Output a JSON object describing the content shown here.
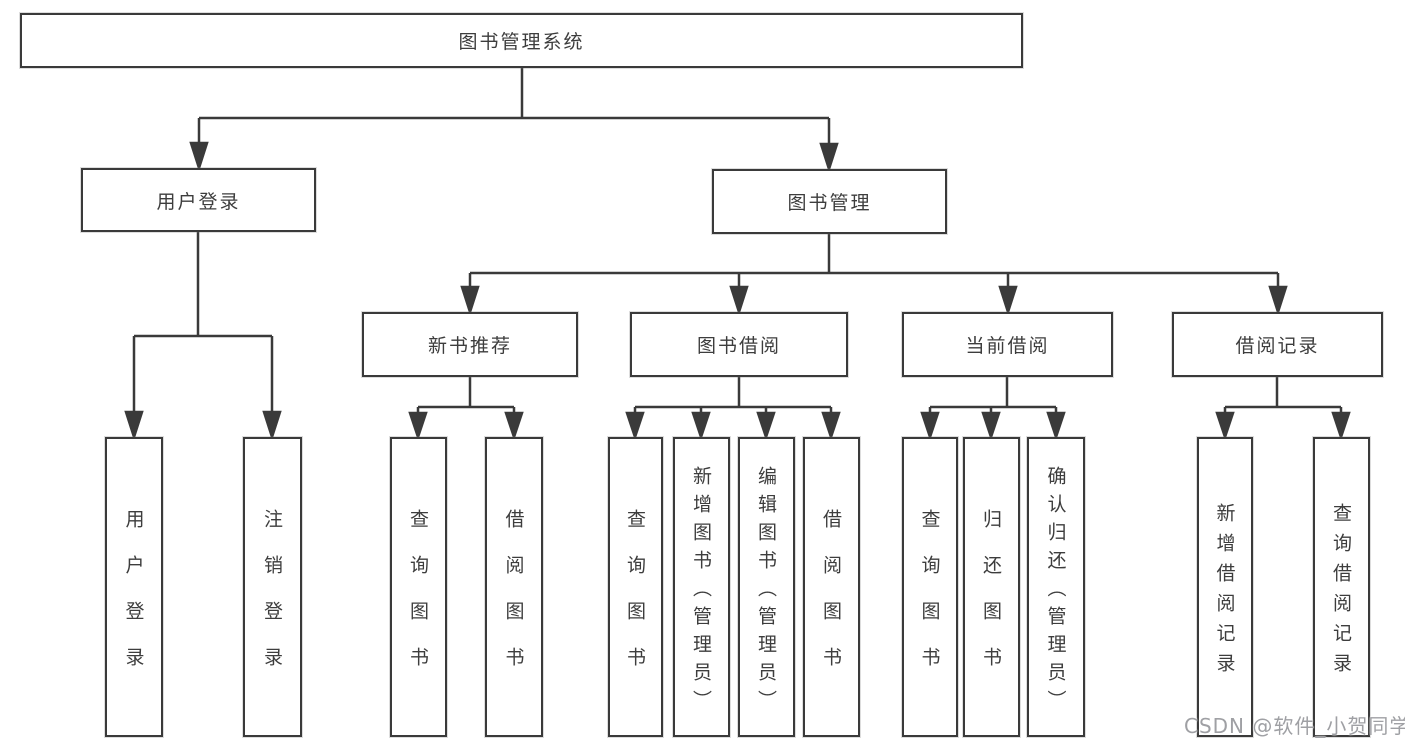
{
  "diagram": {
    "title": "图书管理系统",
    "watermark": "CSDN @软件_小贺同学",
    "colors": {
      "line": "#3a3a3a",
      "box_border": "#3a3a3a",
      "box_background": "#ffffff",
      "text": "#3d3d3d",
      "watermark": "#9fa0a4",
      "page_background": "#ffffff"
    },
    "nodes": {
      "root": "图书管理系统",
      "user_login": "用户登录",
      "book_management": "图书管理",
      "new_book_recommend": "新书推荐",
      "book_borrow": "图书借阅",
      "current_borrow": "当前借阅",
      "borrow_record": "借阅记录",
      "leaf_user_login": "用户登录",
      "leaf_logout": "注销登录",
      "leaf_query_book_1": "查询图书",
      "leaf_borrow_book_1": "借阅图书",
      "leaf_query_book_2": "查询图书",
      "leaf_add_book_admin": "新增图书（管理员）",
      "leaf_edit_book_admin": "编辑图书（管理员）",
      "leaf_borrow_book_2": "借阅图书",
      "leaf_query_book_3": "查询图书",
      "leaf_return_book": "归还图书",
      "leaf_confirm_return_admin": "确认归还（管理员）",
      "leaf_add_borrow_record": "新增借阅记录",
      "leaf_query_borrow_record": "查询借阅记录"
    },
    "hierarchy": {
      "图书管理系统": {
        "用户登录": [
          "用户登录",
          "注销登录"
        ],
        "图书管理": {
          "新书推荐": [
            "查询图书",
            "借阅图书"
          ],
          "图书借阅": [
            "查询图书",
            "新增图书（管理员）",
            "编辑图书（管理员）",
            "借阅图书"
          ],
          "当前借阅": [
            "查询图书",
            "归还图书",
            "确认归还（管理员）"
          ],
          "借阅记录": [
            "新增借阅记录",
            "查询借阅记录"
          ]
        }
      }
    }
  }
}
